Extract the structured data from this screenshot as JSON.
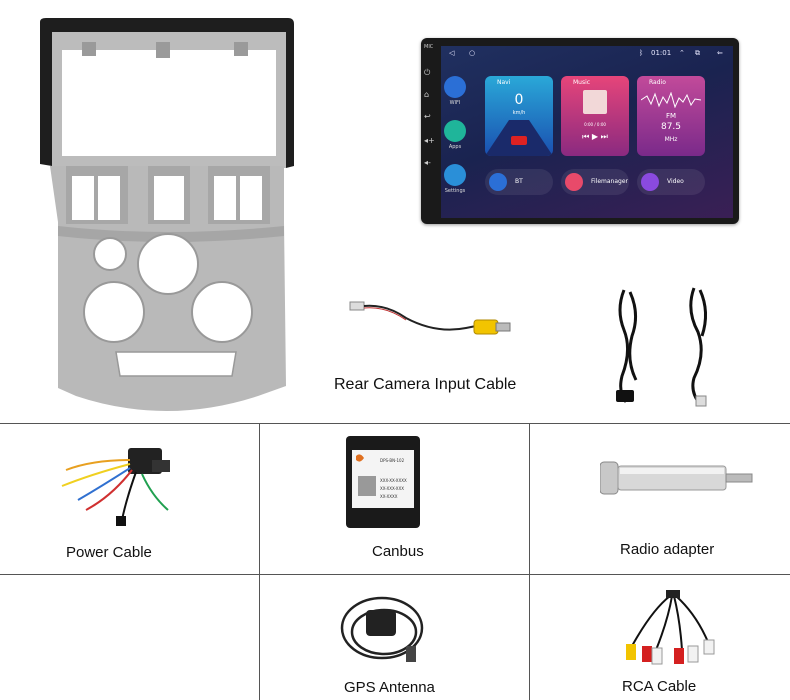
{
  "captions": {
    "rear_camera": "Rear Camera Input Cable",
    "power_cable": "Power Cable",
    "canbus": "Canbus",
    "radio_adapter": "Radio adapter",
    "gps_antenna": "GPS Antenna",
    "rca_cable": "RCA Cable"
  },
  "head_unit": {
    "clock": "01:01",
    "side_apps": [
      {
        "label": "WIFI",
        "icon": "wifi-icon"
      },
      {
        "label": "Apps",
        "icon": "apps-grid-icon"
      },
      {
        "label": "Settings",
        "icon": "gear-icon"
      }
    ],
    "cards": {
      "navi": {
        "title": "Navi",
        "speed": "0",
        "unit": "km/h"
      },
      "music": {
        "title": "Music",
        "time": "0:00 / 0:00"
      },
      "radio": {
        "title": "Radio",
        "band": "FM",
        "freq": "87.5",
        "unit": "MHz"
      }
    },
    "pills": [
      {
        "label": "BT",
        "icon": "bluetooth-icon",
        "color": "#2b6fd6"
      },
      {
        "label": "Filemanager",
        "icon": "folder-icon",
        "color": "#e84a6a"
      },
      {
        "label": "Video",
        "icon": "video-icon",
        "color": "#8a4ae0"
      }
    ]
  },
  "canbus_label": {
    "l1": "DPS-BN-102",
    "l2": "XXX-XX-XXXX",
    "l3": "XX-XXX-XXX",
    "l4": "XX-XXXX"
  },
  "colors": {
    "frame_silver": "#b9b9b9",
    "frame_black": "#1e1e1e",
    "grid_line": "#555555",
    "canbus_body": "#1a1a1a",
    "rca_yellow": "#f2c400",
    "rca_red": "#d42020"
  }
}
